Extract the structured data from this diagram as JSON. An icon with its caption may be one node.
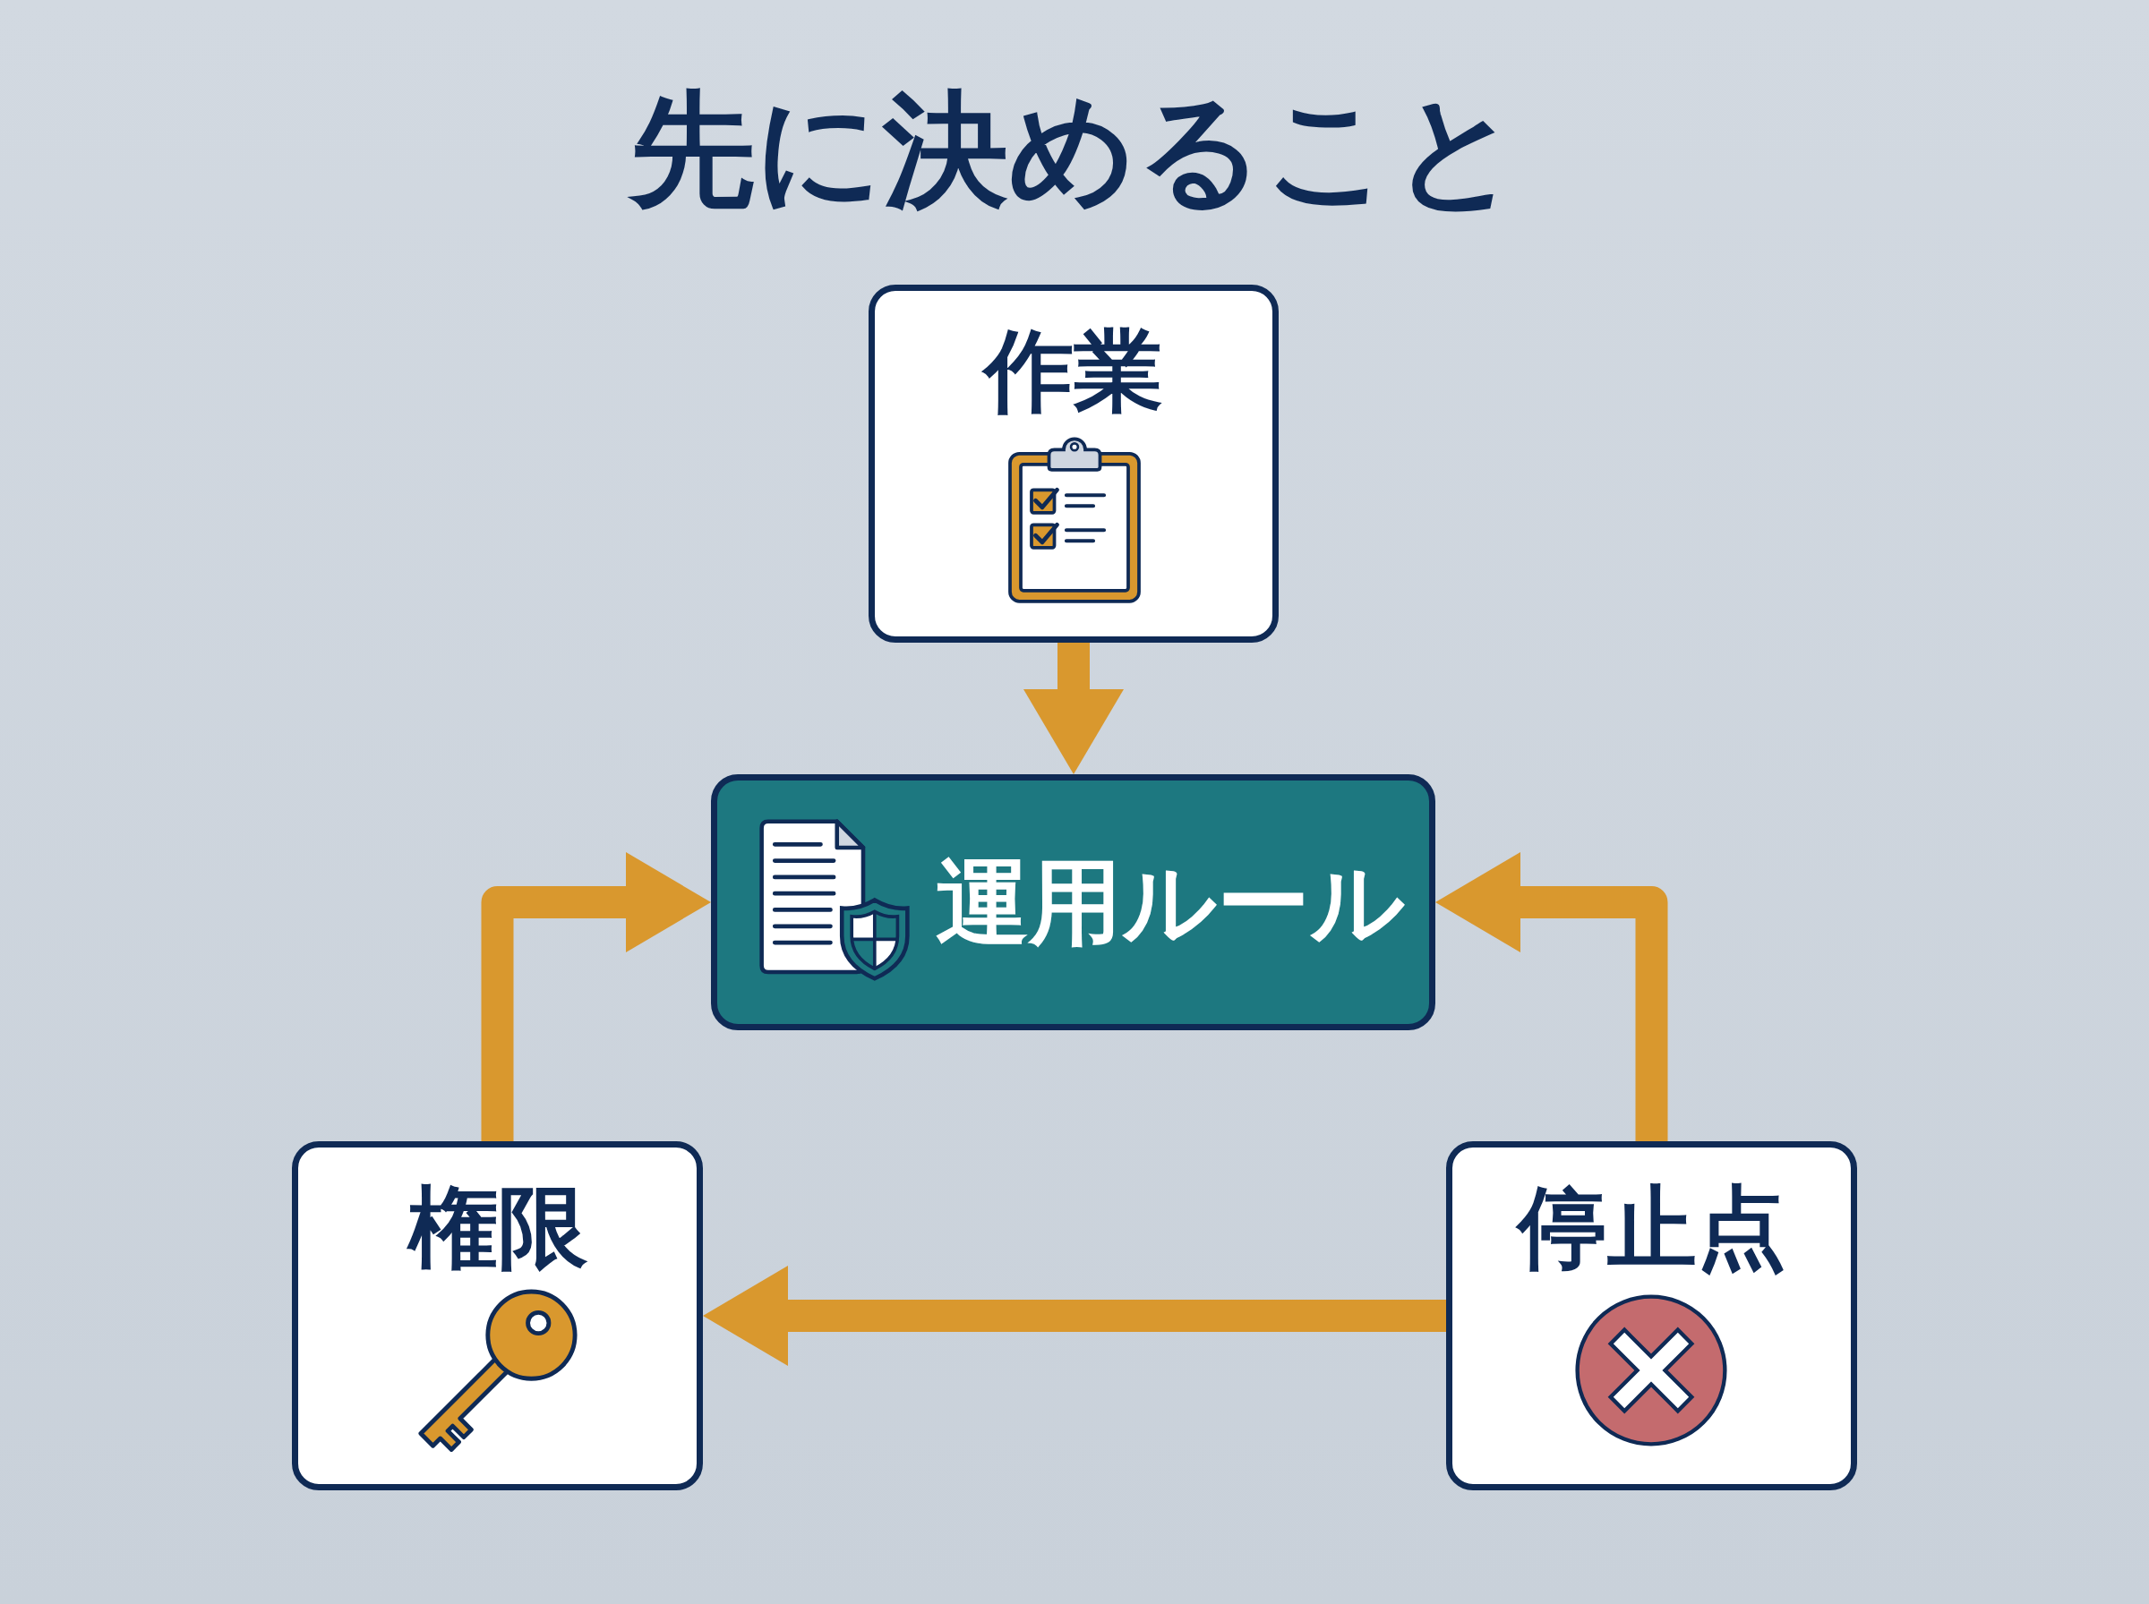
{
  "diagram": {
    "title": "先に決めること",
    "nodes": [
      {
        "text": [
          "作業"
        ]
      },
      {
        "text": [
          "運用ルール"
        ]
      },
      {
        "text": [
          "権限"
        ]
      },
      {
        "text": [
          "停止点"
        ]
      }
    ],
    "edges": [
      {
        "from": 0,
        "to": 1,
        "arrow": "to"
      },
      {
        "from": 2,
        "to": 1,
        "arrow": "to"
      },
      {
        "from": 3,
        "to": 1,
        "arrow": "to"
      },
      {
        "from": 3,
        "to": 2,
        "arrow": "to"
      }
    ]
  }
}
